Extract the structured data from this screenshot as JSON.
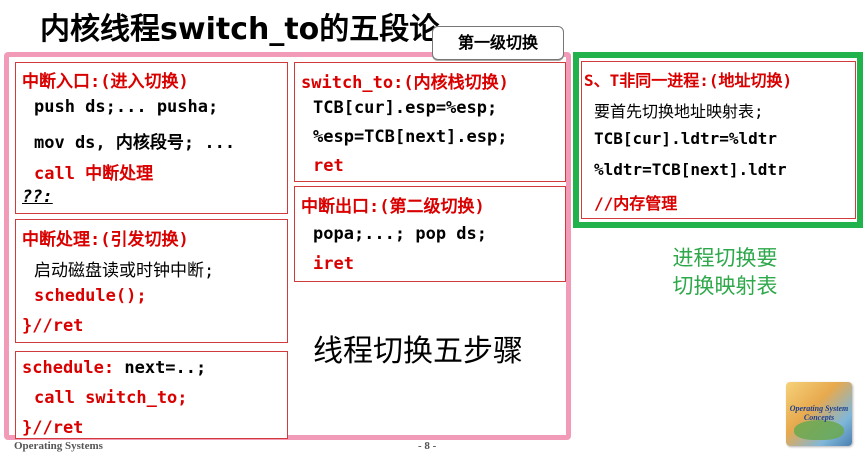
{
  "title": "内核线程switch_to的五段论",
  "callout": "第一级切换",
  "box_interrupt_entry": {
    "heading": "中断入口:(进入切换)",
    "lines": [
      "push ds;... pusha;",
      "mov ds, 内核段号; ...",
      "call 中断处理"
    ],
    "tail": "??:"
  },
  "box_interrupt_handle": {
    "heading": "中断处理:(引发切换)",
    "line1": "启动磁盘读或时钟中断;",
    "line2": "schedule();",
    "line3": "}//ret"
  },
  "box_schedule": {
    "line1_kw": "schedule:",
    "line1_rest": " next=..;",
    "line2": "call switch_to;",
    "line3": "}//ret"
  },
  "box_switch_to": {
    "heading": "switch_to:(内核栈切换)",
    "line1": "TCB[cur].esp=%esp;",
    "line2": "%esp=TCB[next].esp;",
    "line3": "ret"
  },
  "box_interrupt_exit": {
    "heading": "中断出口:(第二级切换)",
    "line1": "popa;...; pop ds;",
    "line2": "iret"
  },
  "five_steps": "线程切换五步骤",
  "box_process": {
    "heading": "S、T非同一进程:(地址切换)",
    "line1": "要首先切换地址映射表;",
    "line2": "TCB[cur].ldtr=%ldtr",
    "line3": "%ldtr=TCB[next].ldtr",
    "line4": "//内存管理"
  },
  "green_note": [
    "进程切换要",
    "切换映射表"
  ],
  "footer": {
    "left": "Operating Systems",
    "center": "- 8 -"
  },
  "book_cover": "Operating System Concepts",
  "colors": {
    "pink_frame": "#f29bb8",
    "green_frame": "#22b24c",
    "red_text": "#d90000",
    "green_text": "#2ea84a"
  }
}
